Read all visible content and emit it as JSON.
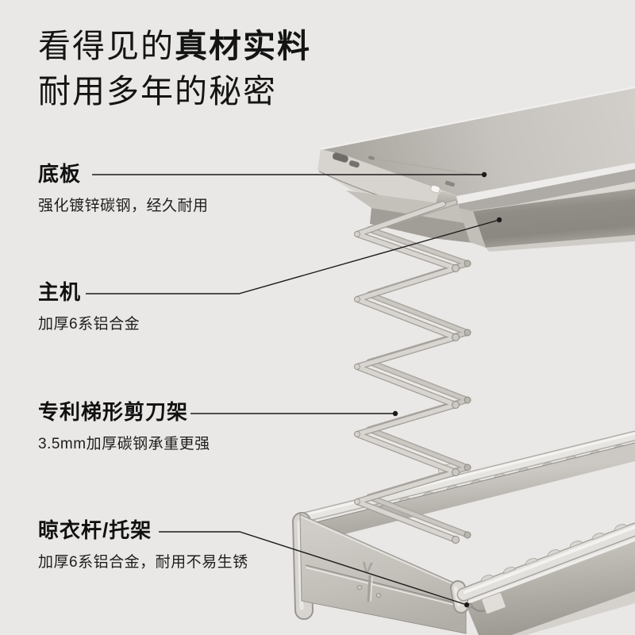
{
  "headline": {
    "line1_regular": "看得见的",
    "line1_bold": "真材实料",
    "line2": "耐用多年的秘密"
  },
  "callouts": [
    {
      "label": "底板",
      "description": "强化镀锌碳钢，经久耐用"
    },
    {
      "label": "主机",
      "description": "加厚6系铝合金"
    },
    {
      "label": "专利梯形剪刀架",
      "description": "3.5mm加厚碳钢承重更强"
    },
    {
      "label": "晾衣杆/托架",
      "description": "加厚6系铝合金，耐用不易生锈"
    }
  ],
  "illustration": {
    "logo_mark": "V",
    "colors": {
      "background": "#e9e8e6",
      "metal_light": "#e9e7e4",
      "metal_mid": "#c3c0bb",
      "metal_dark": "#8e8a84",
      "leader_line": "#1b1b1b"
    }
  }
}
